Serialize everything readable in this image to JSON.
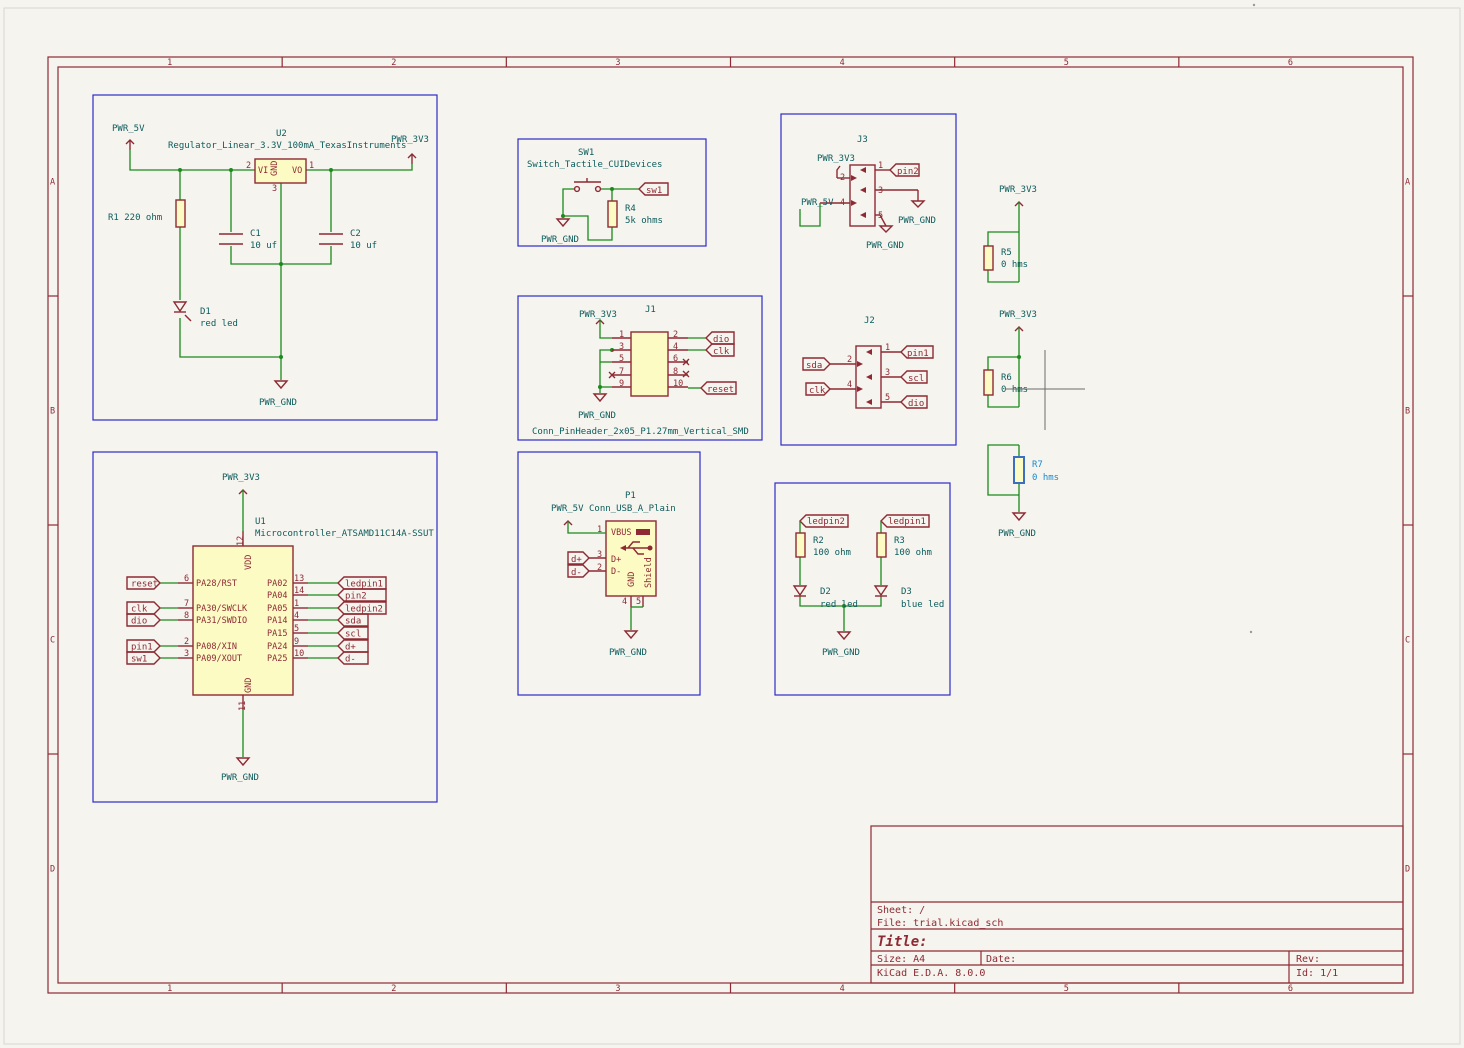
{
  "frame": {
    "cols": [
      "1",
      "2",
      "3",
      "4",
      "5",
      "6"
    ],
    "rows": [
      "A",
      "B",
      "C",
      "D"
    ]
  },
  "title_block": {
    "sheet": "Sheet: /",
    "file": "File: trial.kicad_sch",
    "title": "Title:",
    "size": "Size: A4",
    "date": "Date:",
    "rev": "Rev:",
    "tool": "KiCad E.D.A. 8.0.0",
    "id": "Id: 1/1"
  },
  "power": {
    "pwr_5v": "PWR_5V",
    "pwr_3v3": "PWR_3V3",
    "pwr_gnd": "PWR_GND"
  },
  "regulator": {
    "ref": "U2",
    "value": "Regulator_Linear_3.3V_100mA_TexasInstruments",
    "pin_vi": "VI",
    "pin_vo": "VO",
    "pin_gnd": "GND",
    "pin1": "1",
    "pin2": "2",
    "pin3": "3",
    "r1": "R1 220 ohm",
    "c1_ref": "C1",
    "c1_val": "10 uf",
    "c2_ref": "C2",
    "c2_val": "10 uf",
    "d1_ref": "D1",
    "d1_val": "red led"
  },
  "mcu": {
    "ref": "U1",
    "value": "Microcontroller_ATSAMD11C14A-SSUT",
    "vdd": "VDD",
    "gnd": "GND",
    "vdd_pin": "12",
    "gnd_pin": "11",
    "left_pins": [
      {
        "num": "6",
        "name": "PA28/RST",
        "net": "reset"
      },
      {
        "num": "7",
        "name": "PA30/SWCLK",
        "net": "clk"
      },
      {
        "num": "8",
        "name": "PA31/SWDIO",
        "net": "dio"
      },
      {
        "num": "2",
        "name": "PA08/XIN",
        "net": "pin1"
      },
      {
        "num": "3",
        "name": "PA09/XOUT",
        "net": "sw1"
      }
    ],
    "right_pins": [
      {
        "num": "13",
        "name": "PA02",
        "net": "ledpin1"
      },
      {
        "num": "14",
        "name": "PA04",
        "net": "pin2"
      },
      {
        "num": "1",
        "name": "PA05",
        "net": "ledpin2"
      },
      {
        "num": "4",
        "name": "PA14",
        "net": "sda"
      },
      {
        "num": "5",
        "name": "PA15",
        "net": "scl"
      },
      {
        "num": "9",
        "name": "PA24",
        "net": "d+"
      },
      {
        "num": "10",
        "name": "PA25",
        "net": "d-"
      }
    ]
  },
  "switch": {
    "ref": "SW1",
    "value": "Switch_Tactile_CUIDevices",
    "r4_ref": "R4",
    "r4_val": "5k ohms",
    "net": "sw1"
  },
  "j1": {
    "ref": "J1",
    "value": "Conn_PinHeader_2x05_P1.27mm_Vertical_SMD",
    "pins_left": [
      "1",
      "3",
      "5",
      "7",
      "9"
    ],
    "pins_right": [
      "2",
      "4",
      "6",
      "8",
      "10"
    ],
    "net_dio": "dio",
    "net_clk": "clk",
    "net_reset": "reset"
  },
  "usb": {
    "ref": "P1",
    "value": "Conn_USB_A_Plain",
    "vbus": "VBUS",
    "dp": "D+",
    "dm": "D-",
    "gnd": "GND",
    "shield": "Shield",
    "net_dp": "d+",
    "net_dm": "d-",
    "pin1": "1",
    "pin2": "2",
    "pin3": "3",
    "pin4": "4",
    "pin5": "5"
  },
  "j3": {
    "ref": "J3",
    "net": "pin2",
    "pins": [
      "1",
      "2",
      "3",
      "4",
      "5"
    ]
  },
  "j2": {
    "ref": "J2",
    "nets": [
      "pin1",
      "scl",
      "dio",
      "sda",
      "clk"
    ],
    "pins": [
      "1",
      "2",
      "3",
      "4",
      "5"
    ]
  },
  "leds": {
    "r2_ref": "R2",
    "r2_val": "100 ohm",
    "r3_ref": "R3",
    "r3_val": "100 ohm",
    "d2_ref": "D2",
    "d2_val": "red led",
    "d3_ref": "D3",
    "d3_val": "blue led",
    "net_l2": "ledpin2",
    "net_l1": "ledpin1"
  },
  "jumpers": {
    "r5_ref": "R5",
    "r5_val": "0 hms",
    "r6_ref": "R6",
    "r6_val": "0 hms",
    "r7_ref": "R7",
    "r7_val": "0 hms"
  }
}
